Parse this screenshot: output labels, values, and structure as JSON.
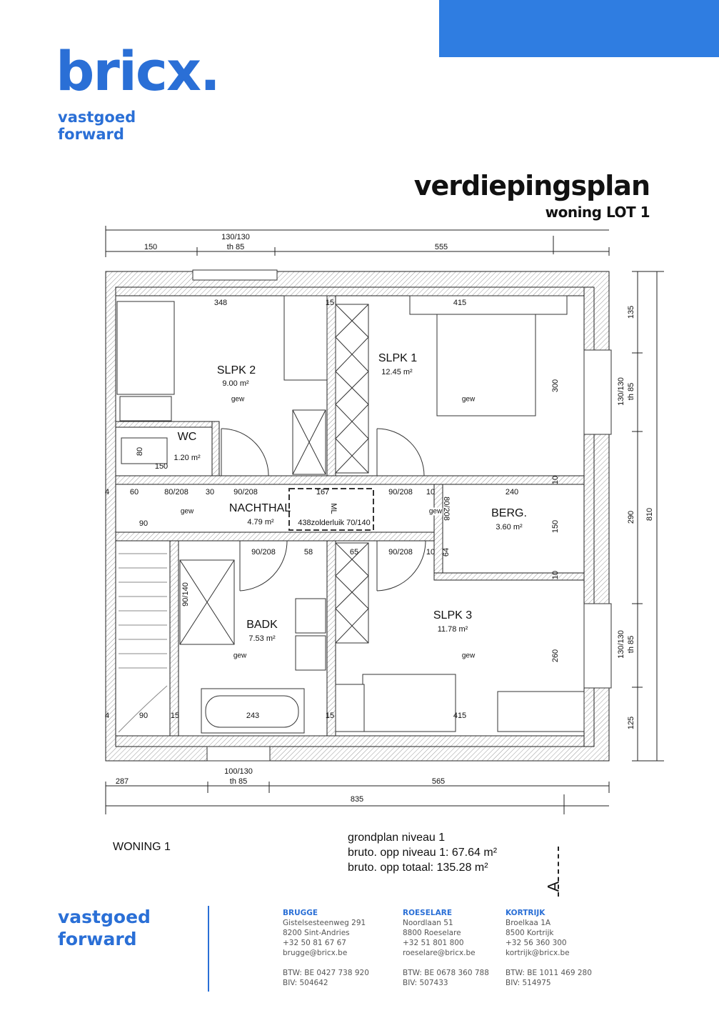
{
  "brand": {
    "logo": "bricx.",
    "tagline": [
      "vastgoed",
      "forward"
    ],
    "color": "#2a6fd6",
    "bar_color": "#2f7de1"
  },
  "header": {
    "title": "verdiepingsplan",
    "subtitle": "woning LOT 1"
  },
  "rooms": [
    {
      "name": "SLPK 2",
      "area": "9.00 m²"
    },
    {
      "name": "SLPK 1",
      "area": "12.45 m²"
    },
    {
      "name": "WC",
      "area": "1.20 m²"
    },
    {
      "name": "NACHTHAL",
      "area": "4.79 m²"
    },
    {
      "name": "BERG.",
      "area": "3.60 m²"
    },
    {
      "name": "BADK",
      "area": "7.53 m²"
    },
    {
      "name": "SLPK 3",
      "area": "11.78 m²"
    }
  ],
  "floor_label": "gew",
  "dims": {
    "top": [
      "130/130",
      "th 85",
      "150",
      "555"
    ],
    "upper": [
      "348",
      "15",
      "415",
      "300"
    ],
    "right": [
      "135",
      "130/130",
      "th 85",
      "290",
      "810",
      "130/130",
      "th 85",
      "125"
    ],
    "hall": [
      "4",
      "60",
      "80/208",
      "30",
      "90/208",
      "167",
      "90/208",
      "10",
      "240",
      "ML",
      "438zolderluik 70/140",
      "90",
      "80/208",
      "80",
      "150"
    ],
    "middle": [
      "90/208",
      "58",
      "65",
      "90/208",
      "10",
      "64",
      "150",
      "10",
      "10",
      "90/140",
      "260"
    ],
    "lower": [
      "90",
      "4",
      "15",
      "243",
      "15",
      "415"
    ],
    "bottom": [
      "100/130",
      "th 85",
      "287",
      "565",
      "835"
    ]
  },
  "notes": {
    "woning": "WONING 1",
    "lines": [
      "grondplan niveau 1",
      "bruto. opp niveau 1:  67.64 m²",
      "bruto. opp totaal: 135.28 m²"
    ],
    "north": "A"
  },
  "footer": {
    "tagline": [
      "vastgoed",
      "forward"
    ],
    "offices": [
      {
        "city": "BRUGGE",
        "lines": [
          "Gistelsesteenweg 291",
          "8200 Sint-Andries",
          "+32 50 81 67 67",
          "brugge@bricx.be"
        ],
        "btw": "BTW: BE 0427 738 920",
        "biv": "BIV: 504642"
      },
      {
        "city": "ROESELARE",
        "lines": [
          "Noordlaan 51",
          "8800 Roeselare",
          "+32 51 801 800",
          "roeselare@bricx.be"
        ],
        "btw": "BTW: BE 0678 360 788",
        "biv": "BIV: 507433"
      },
      {
        "city": "KORTRIJK",
        "lines": [
          "Broelkaa 1A",
          "8500 Kortrijk",
          "+32 56 360 300",
          "kortrijk@bricx.be"
        ],
        "btw": "BTW: BE 1011 469 280",
        "biv": "BIV: 514975"
      }
    ]
  }
}
